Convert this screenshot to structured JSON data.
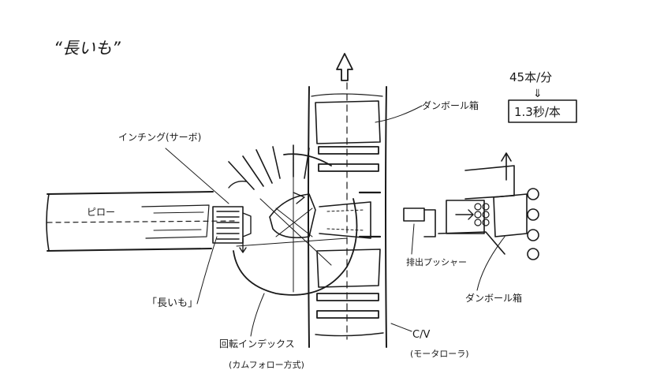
{
  "title": "“長いも”",
  "rate": {
    "top": "45本/分",
    "arrow": "⇓",
    "box": "1.3秒/本"
  },
  "labels": {
    "box_top": "ダンボール箱",
    "box_right": "ダンボール箱",
    "inching": "インチング(サーボ)",
    "pillow": "ピロー",
    "pusher": "排出プッシャー",
    "potato": "「長いも」",
    "index": "回転インデックス",
    "index_sub": "(カムフォロー方式)",
    "cv": "C/V",
    "cv_sub": "(モータローラ)"
  }
}
